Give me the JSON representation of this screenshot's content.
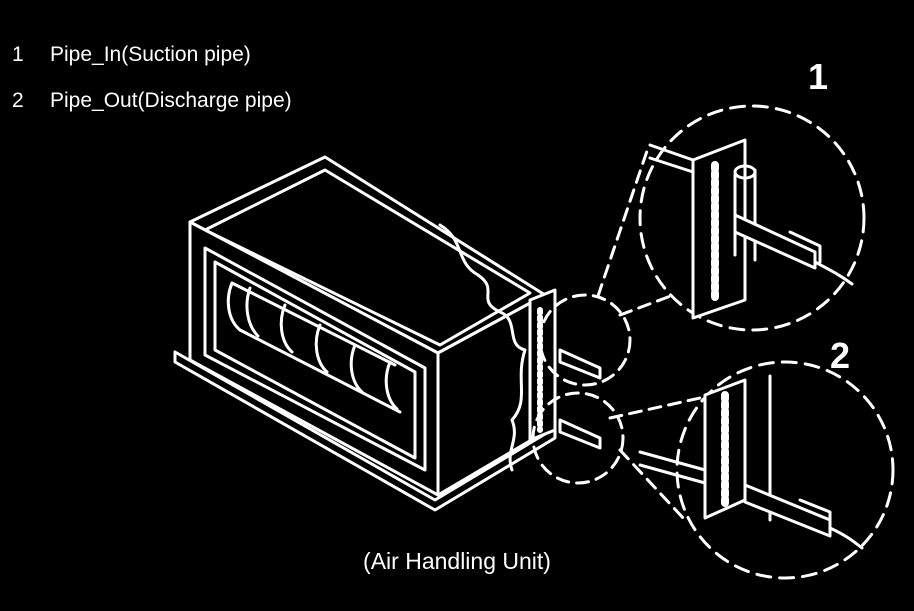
{
  "legend": {
    "items": [
      {
        "number": "1",
        "label": "Pipe_In(Suction pipe)"
      },
      {
        "number": "2",
        "label": "Pipe_Out(Discharge pipe)"
      }
    ]
  },
  "callouts": {
    "one": "1",
    "two": "2"
  },
  "caption": "(Air Handling Unit)",
  "colors": {
    "background": "#000000",
    "line": "#ffffff"
  }
}
